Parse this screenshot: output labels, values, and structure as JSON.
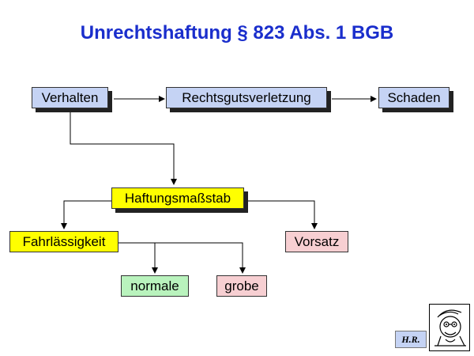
{
  "title": "Unrechtshaftung § 823 Abs. 1 BGB",
  "nodes": {
    "verhalten": "Verhalten",
    "rechtsgutsverletzung": "Rechtsgutsverletzung",
    "schaden": "Schaden",
    "haftungsmassstab": "Haftungsmaßstab",
    "fahrlaessigkeit": "Fahrlässigkeit",
    "vorsatz": "Vorsatz",
    "normale": "normale",
    "grobe": "grobe"
  },
  "author_initials": "H.R.",
  "colors": {
    "title": "#1a2ecc",
    "blue_box": "#c5d3f4",
    "yellow_box": "#ffff00",
    "pink_box": "#f7cfd2",
    "green_box": "#b9f3bd"
  }
}
